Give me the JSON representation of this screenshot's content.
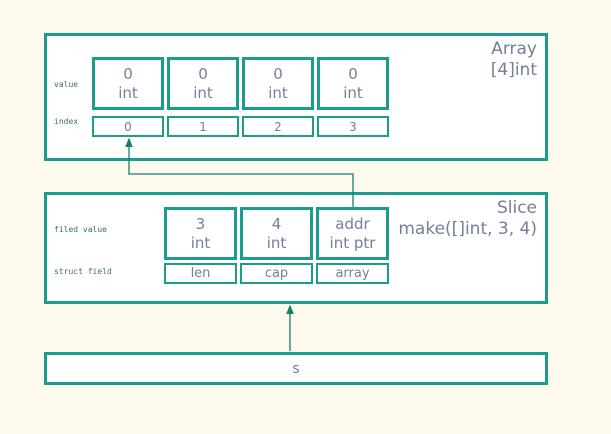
{
  "colors": {
    "background": "#fdf9ec",
    "border_teal": "#1b9c8c",
    "arrow_teal": "#177e6d",
    "cell_text": "#72809b",
    "label_text": "#3f6b72",
    "box_background": "#ffffff"
  },
  "array": {
    "title": "Array",
    "type": "[4]int",
    "value_row_label": "value",
    "index_row_label": "index",
    "value_cells": [
      {
        "value": "0",
        "type": "int"
      },
      {
        "value": "0",
        "type": "int"
      },
      {
        "value": "0",
        "type": "int"
      },
      {
        "value": "0",
        "type": "int"
      }
    ],
    "index_cells": [
      "0",
      "1",
      "2",
      "3"
    ]
  },
  "slice": {
    "title": "Slice",
    "make_expr": "make([]int, 3, 4)",
    "field_row_label": "filed value",
    "struct_row_label": "struct field",
    "field_cells": [
      {
        "value": "3",
        "type": "int"
      },
      {
        "value": "4",
        "type": "int"
      },
      {
        "value": "addr",
        "type": "int ptr"
      }
    ],
    "struct_cells": [
      "len",
      "cap",
      "array"
    ]
  },
  "variable": {
    "label": "s"
  }
}
